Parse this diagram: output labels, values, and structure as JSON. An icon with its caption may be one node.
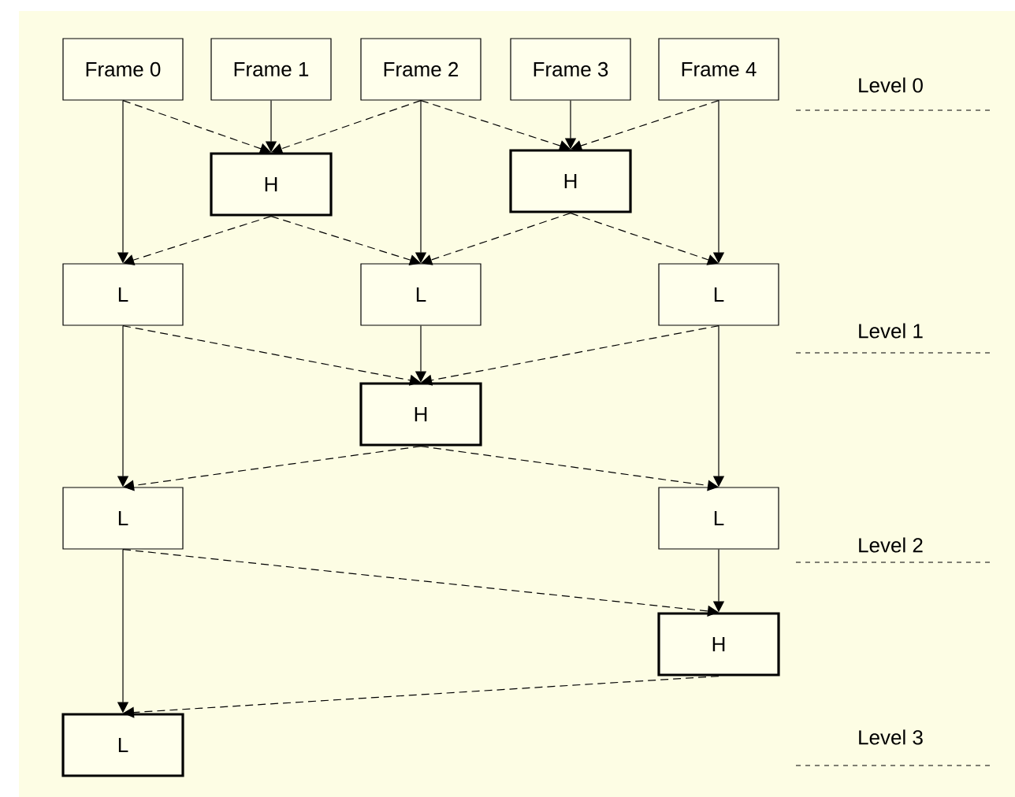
{
  "diagram": {
    "nodes": [
      {
        "text": [
          "Frame 0"
        ]
      },
      {
        "text": [
          "Frame 1"
        ]
      },
      {
        "text": [
          "Frame 2"
        ]
      },
      {
        "text": [
          "Frame 3"
        ]
      },
      {
        "text": [
          "Frame 4"
        ]
      },
      {
        "text": [
          "H"
        ]
      },
      {
        "text": [
          "H"
        ]
      },
      {
        "text": [
          "L"
        ]
      },
      {
        "text": [
          "L"
        ]
      },
      {
        "text": [
          "L"
        ]
      },
      {
        "text": [
          "H"
        ]
      },
      {
        "text": [
          "L"
        ]
      },
      {
        "text": [
          "L"
        ]
      },
      {
        "text": [
          "H"
        ]
      },
      {
        "text": [
          "L"
        ]
      }
    ],
    "edges": [
      {
        "from": 0,
        "to": 7,
        "arrow": "to"
      },
      {
        "from": 1,
        "to": 5,
        "arrow": "to"
      },
      {
        "from": 2,
        "to": 8,
        "arrow": "to"
      },
      {
        "from": 3,
        "to": 6,
        "arrow": "to"
      },
      {
        "from": 4,
        "to": 9,
        "arrow": "to"
      },
      {
        "from": 0,
        "to": 5,
        "arrow": "to",
        "style": "dashed"
      },
      {
        "from": 2,
        "to": 5,
        "arrow": "to",
        "style": "dashed"
      },
      {
        "from": 2,
        "to": 6,
        "arrow": "to",
        "style": "dashed"
      },
      {
        "from": 4,
        "to": 6,
        "arrow": "to",
        "style": "dashed"
      },
      {
        "from": 5,
        "to": 7,
        "arrow": "to",
        "style": "dashed"
      },
      {
        "from": 5,
        "to": 8,
        "arrow": "to",
        "style": "dashed"
      },
      {
        "from": 6,
        "to": 8,
        "arrow": "to",
        "style": "dashed"
      },
      {
        "from": 6,
        "to": 9,
        "arrow": "to",
        "style": "dashed"
      },
      {
        "from": 7,
        "to": 10,
        "arrow": "to",
        "style": "dashed"
      },
      {
        "from": 8,
        "to": 10,
        "arrow": "to"
      },
      {
        "from": 9,
        "to": 10,
        "arrow": "to",
        "style": "dashed"
      },
      {
        "from": 7,
        "to": 11,
        "arrow": "to"
      },
      {
        "from": 9,
        "to": 12,
        "arrow": "to"
      },
      {
        "from": 10,
        "to": 11,
        "arrow": "to",
        "style": "dashed"
      },
      {
        "from": 10,
        "to": 12,
        "arrow": "to",
        "style": "dashed"
      },
      {
        "from": 11,
        "to": 13,
        "arrow": "to",
        "style": "dashed"
      },
      {
        "from": 12,
        "to": 13,
        "arrow": "to"
      },
      {
        "from": 11,
        "to": 14,
        "arrow": "to"
      },
      {
        "from": 13,
        "to": 14,
        "arrow": "to",
        "style": "dashed"
      }
    ],
    "labels": [
      "Level 0",
      "Level 1",
      "Level 2",
      "Level 3"
    ]
  }
}
